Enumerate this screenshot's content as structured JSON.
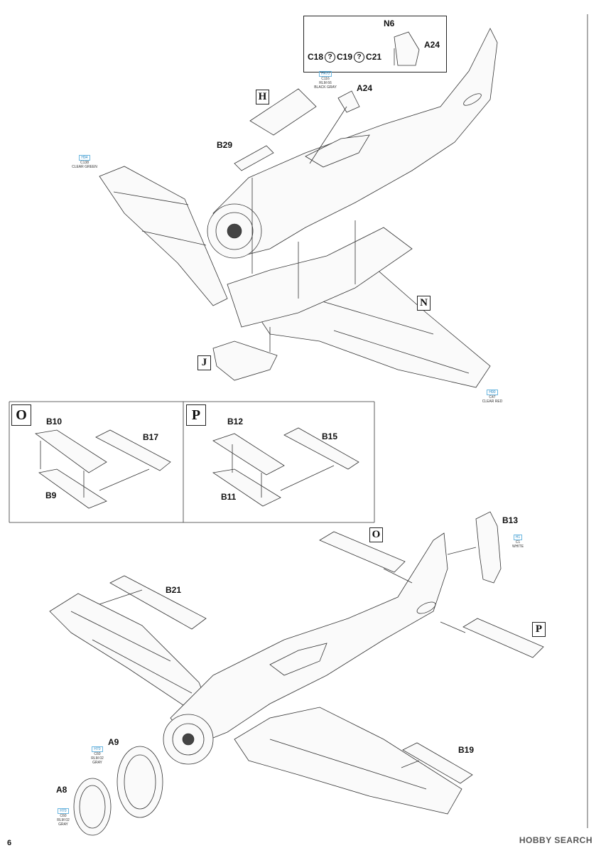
{
  "page": {
    "number": "6",
    "watermark": "HOBBY SEARCH"
  },
  "inset": {
    "n6": "N6",
    "a24": "A24",
    "c18": "C18",
    "c19": "C19",
    "c21": "C21",
    "optional_mark": "?"
  },
  "top": {
    "h": "H",
    "a24": "A24",
    "b29": "B29",
    "n": "N",
    "j": "J",
    "paint_c116": {
      "code": "H470",
      "part": "C116",
      "name1": "RLM 66",
      "name2": "BLACK GRAY"
    },
    "paint_c138": {
      "code": "H94",
      "part": "C138",
      "name1": "CLEAR GREEN",
      "name2": ""
    },
    "paint_c47": {
      "code": "H90",
      "part": "C47",
      "name1": "CLEAR RED",
      "name2": ""
    }
  },
  "subO": {
    "title": "O",
    "b10": "B10",
    "b17": "B17",
    "b9": "B9"
  },
  "subP": {
    "title": "P",
    "b12": "B12",
    "b15": "B15",
    "b11": "B11"
  },
  "bottom": {
    "o": "O",
    "p": "P",
    "b13": "B13",
    "b21": "B21",
    "b19": "B19",
    "a9": "A9",
    "a8": "A8",
    "paint_c1": {
      "code": "H1",
      "part": "C1",
      "name1": "WHITE",
      "name2": ""
    },
    "paint_c60a": {
      "code": "H70",
      "part": "C60",
      "name1": "RLM 02",
      "name2": "GRAY"
    },
    "paint_c60b": {
      "code": "H70",
      "part": "C60",
      "name1": "RLM 02",
      "name2": "GRAY"
    }
  }
}
